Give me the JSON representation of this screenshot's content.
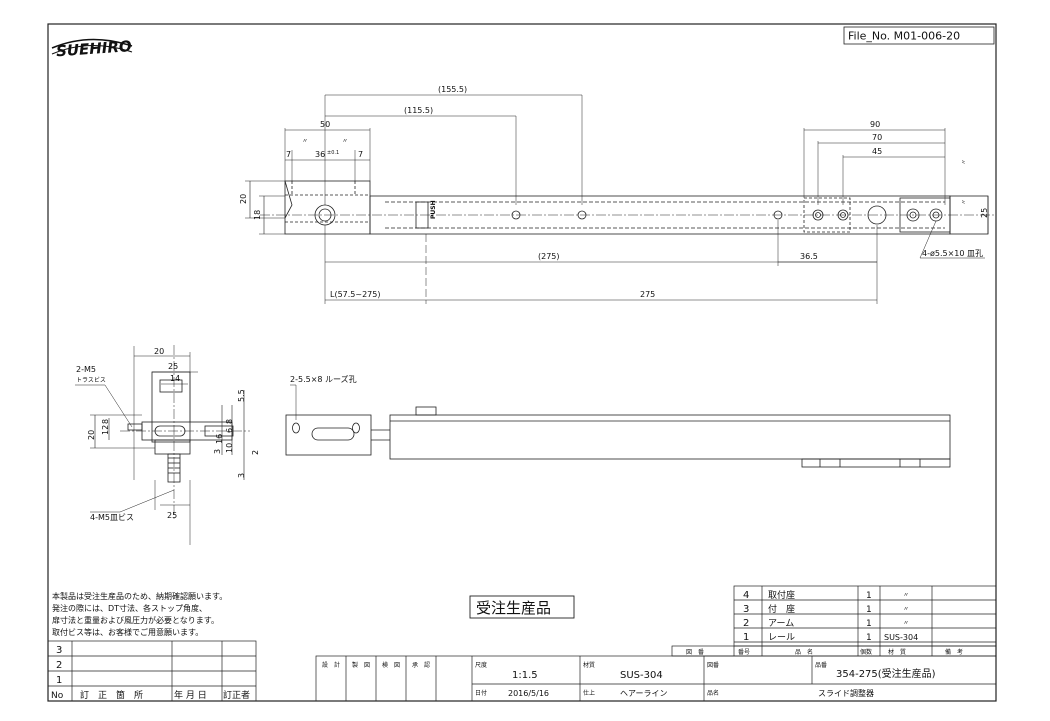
{
  "logo": {
    "text": "SUEHIRO"
  },
  "file_no": "File_No. M01-006-20",
  "top_view": {
    "dims": {
      "d155": "(155.5)",
      "d115": "(115.5)",
      "d50": "50",
      "d7a": "7",
      "d36": "36",
      "d36tol": "±0.1",
      "d7b": "7",
      "ditto": "〃",
      "d20": "20",
      "d18": "18",
      "d90": "90",
      "d70": "70",
      "d45": "45",
      "d25": "25",
      "d275p": "(275)",
      "d365": "36.5",
      "dL": "L(57.5~275)",
      "d275": "275"
    },
    "push_label": "PUSH",
    "hole_note": "4-ø5.5×10 皿孔"
  },
  "side_view": {
    "m5_note_1": "2-M5",
    "m5_note_2": "トラスビス",
    "bottom_note": "4-M5皿ビス",
    "dims": {
      "d20": "20",
      "d25": "25",
      "d14": "14",
      "d55": "5.5",
      "v20": "20",
      "v12": "12",
      "v8": "8",
      "v6": "6",
      "v8b": "8",
      "v16": "16",
      "v10": "10",
      "v3": "3",
      "v2": "2",
      "v3b": "3",
      "b25": "25"
    }
  },
  "front_view": {
    "slot_note": "2-5.5×8 ルーズ孔"
  },
  "notes": [
    "本製品は受注生産品のため、納期確認願います。",
    "発注の際には、DT寸法、各ストップ角度、",
    "扉寸法と重量および風圧力が必要となります。",
    "取付ビス等は、お客様でご用意願います。"
  ],
  "order_stamp": "受注生産品",
  "revision_table": {
    "rows": [
      "3",
      "2",
      "1"
    ],
    "headers": [
      "No",
      "訂　正　箇　所",
      "年 月 日",
      "訂正者"
    ]
  },
  "parts_list": {
    "rows": [
      {
        "no": "4",
        "name": "取付座",
        "qty": "1",
        "material": "〃",
        "remark": ""
      },
      {
        "no": "3",
        "name": "付　座",
        "qty": "1",
        "material": "〃",
        "remark": ""
      },
      {
        "no": "2",
        "name": "アーム",
        "qty": "1",
        "material": "〃",
        "remark": ""
      },
      {
        "no": "1",
        "name": "レール",
        "qty": "1",
        "material": "SUS-304",
        "remark": ""
      }
    ],
    "headers": [
      "図　番",
      "番号",
      "品　名",
      "個数",
      "材　質",
      "備　考"
    ]
  },
  "title_block": {
    "roles": [
      "設　計",
      "製　図",
      "検　図",
      "承　認"
    ],
    "scale_label": "尺度",
    "scale": "1:1.5",
    "material_label": "材質",
    "material": "SUS-304",
    "drawing_no_label": "図番",
    "product_no_label": "品番",
    "product_no": "354-275(受注生産品)",
    "date_label": "日付",
    "date": "2016/5/16",
    "finish_label": "仕上",
    "finish": "ヘアーライン",
    "name_label": "品名",
    "name": "スライド調整器"
  }
}
